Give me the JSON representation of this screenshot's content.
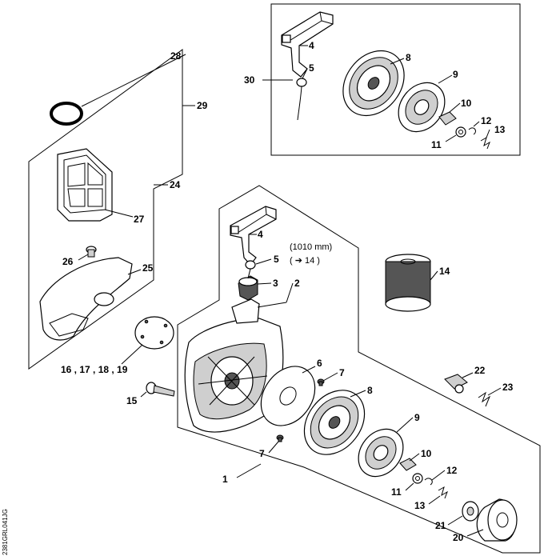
{
  "labels": {
    "l1": "1",
    "l2": "2",
    "l3": "3",
    "l4a": "4",
    "l4b": "4",
    "l5a": "5",
    "l5b": "5",
    "l6": "6",
    "l7a": "7",
    "l7b": "7",
    "l8a": "8",
    "l8b": "8",
    "l9a": "9",
    "l9b": "9",
    "l10a": "10",
    "l10b": "10",
    "l11a": "11",
    "l11b": "11",
    "l12a": "12",
    "l12b": "12",
    "l13a": "13",
    "l13b": "13",
    "l14": "14",
    "l15": "15",
    "l16_19": "16 , 17 , 18 , 19",
    "l20": "20",
    "l21": "21",
    "l22": "22",
    "l23": "23",
    "l24": "24",
    "l25": "25",
    "l26": "26",
    "l27": "27",
    "l28": "28",
    "l29": "29",
    "l30": "30"
  },
  "rope_note": {
    "length": "(1010 mm)",
    "reference": "( ➔ 14 )"
  },
  "side_code": "2381GRL041JG"
}
